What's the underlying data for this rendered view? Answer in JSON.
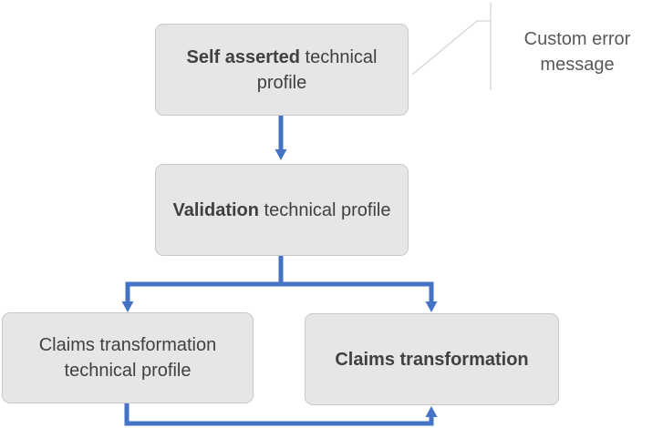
{
  "colors": {
    "arrow_blue": "#4472C4",
    "box_fill": "#E7E6E6",
    "box_border": "#C9C9C9",
    "box_text": "#404040",
    "note_text": "#595959",
    "callout_line": "#D6D6D6"
  },
  "nodes": {
    "self_asserted": {
      "bold": "Self asserted",
      "normal": " technical profile"
    },
    "validation": {
      "bold": "Validation",
      "normal": " technical profile"
    },
    "claims_tp": {
      "bold": "",
      "normal": "Claims transformation technical profile"
    },
    "claims_transformation": {
      "bold": "Claims transformation",
      "normal": ""
    }
  },
  "callout": {
    "text": "Custom error message"
  }
}
